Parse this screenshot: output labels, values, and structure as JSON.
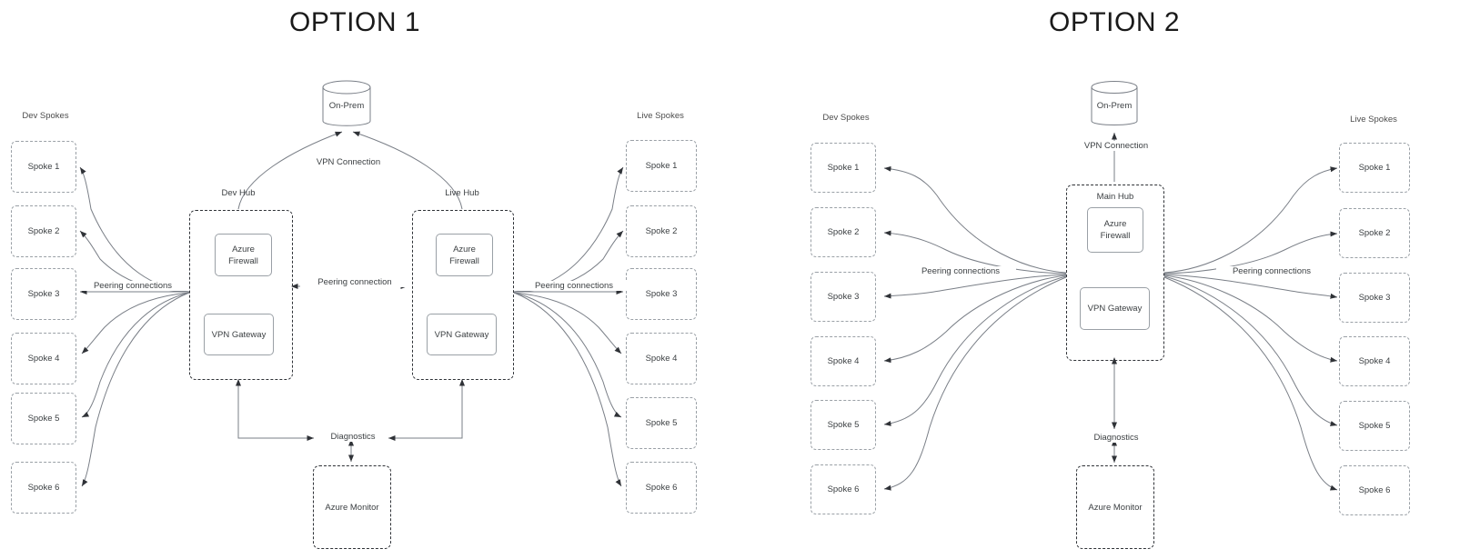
{
  "diagram": {
    "title_left": "OPTION 1",
    "title_right": "OPTION 2",
    "colors": {
      "line": "#7a7f87",
      "dashed_spoke": "#9aa0a6",
      "dashed_hub": "#2f3237",
      "text": "#3c4043",
      "title": "#1a1a1a",
      "background": "#ffffff"
    }
  },
  "option1": {
    "title": "OPTION 1",
    "dev_spokes_header": "Dev Spokes",
    "live_spokes_header": "Live Spokes",
    "dev_spokes": [
      {
        "label": "Spoke 1"
      },
      {
        "label": "Spoke 2"
      },
      {
        "label": "Spoke 3"
      },
      {
        "label": "Spoke 4"
      },
      {
        "label": "Spoke 5"
      },
      {
        "label": "Spoke 6"
      }
    ],
    "live_spokes": [
      {
        "label": "Spoke 1"
      },
      {
        "label": "Spoke 2"
      },
      {
        "label": "Spoke 3"
      },
      {
        "label": "Spoke 4"
      },
      {
        "label": "Spoke 5"
      },
      {
        "label": "Spoke 6"
      }
    ],
    "onprem": {
      "label": "On-Prem"
    },
    "vpn_connection_label": "VPN Connection",
    "dev_hub": {
      "label": "Dev Hub",
      "firewall": "Azure\nFirewall",
      "vpn_gateway": "VPN Gateway"
    },
    "live_hub": {
      "label": "Live Hub",
      "firewall": "Azure\nFirewall",
      "vpn_gateway": "VPN Gateway"
    },
    "peering_connection_label": "Peering connection",
    "peering_connections_left_label": "Peering connections",
    "peering_connections_right_label": "Peering connections",
    "diagnostics_label": "Diagnostics",
    "azure_monitor": {
      "label": "Azure Monitor"
    }
  },
  "option2": {
    "title": "OPTION 2",
    "dev_spokes_header": "Dev Spokes",
    "live_spokes_header": "Live Spokes",
    "dev_spokes": [
      {
        "label": "Spoke 1"
      },
      {
        "label": "Spoke 2"
      },
      {
        "label": "Spoke 3"
      },
      {
        "label": "Spoke 4"
      },
      {
        "label": "Spoke 5"
      },
      {
        "label": "Spoke 6"
      }
    ],
    "live_spokes": [
      {
        "label": "Spoke 1"
      },
      {
        "label": "Spoke 2"
      },
      {
        "label": "Spoke 3"
      },
      {
        "label": "Spoke 4"
      },
      {
        "label": "Spoke 5"
      },
      {
        "label": "Spoke 6"
      }
    ],
    "onprem": {
      "label": "On-Prem"
    },
    "vpn_connection_label": "VPN Connection",
    "main_hub": {
      "label": "Main Hub",
      "firewall": "Azure\nFirewall",
      "vpn_gateway": "VPN Gateway"
    },
    "peering_connections_left_label": "Peering connections",
    "peering_connections_right_label": "Peering connections",
    "diagnostics_label": "Diagnostics",
    "azure_monitor": {
      "label": "Azure Monitor"
    }
  }
}
